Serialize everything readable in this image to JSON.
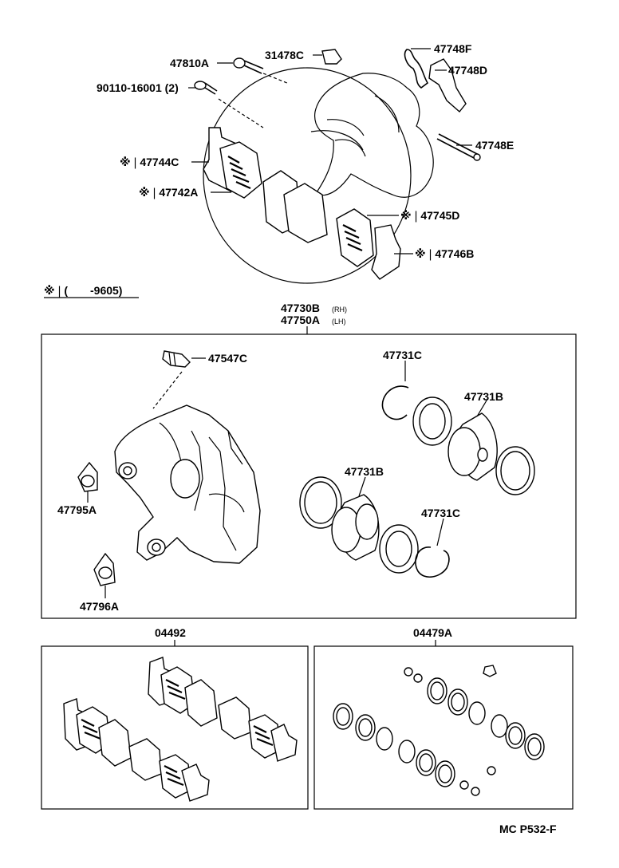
{
  "labels": {
    "p47810A": "47810A",
    "p31478C": "31478C",
    "p47748F": "47748F",
    "p47748D": "47748D",
    "p90110": "90110-16001 (2)",
    "p47748E": "47748E",
    "p47744C": "※❘47744C",
    "p47742A": "※❘47742A",
    "p47745D": "※❘47745D",
    "p47746B": "※❘47746B",
    "note": "※❘(　　-9605)",
    "p47730B": "47730B",
    "p47730B_side": "(RH)",
    "p47750A": "47750A",
    "p47750A_side": "(LH)",
    "p47547C": "47547C",
    "p47731C_top": "47731C",
    "p47731B_right": "47731B",
    "p47731B_left": "47731B",
    "p47731C_bottom": "47731C",
    "p47795A": "47795A",
    "p47796A": "47796A",
    "p04492": "04492",
    "p04479A": "04479A",
    "diagram_code": "MC P532-F"
  }
}
